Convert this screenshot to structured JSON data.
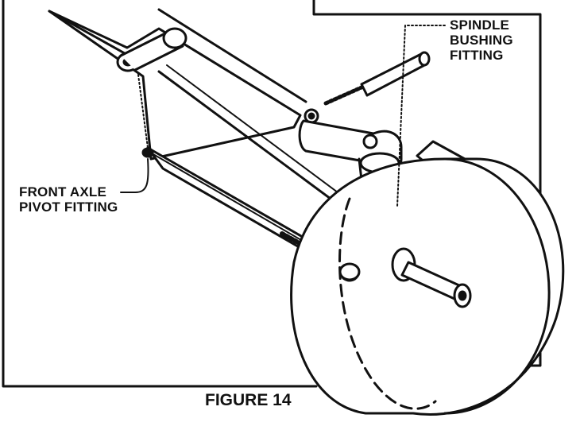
{
  "labels": {
    "spindle_bushing_fitting": [
      "SPINDLE",
      "BUSHING",
      "FITTING"
    ],
    "front_axle_pivot_fitting": [
      "FRONT AXLE",
      "PIVOT FITTING"
    ]
  },
  "caption": "FIGURE 14"
}
